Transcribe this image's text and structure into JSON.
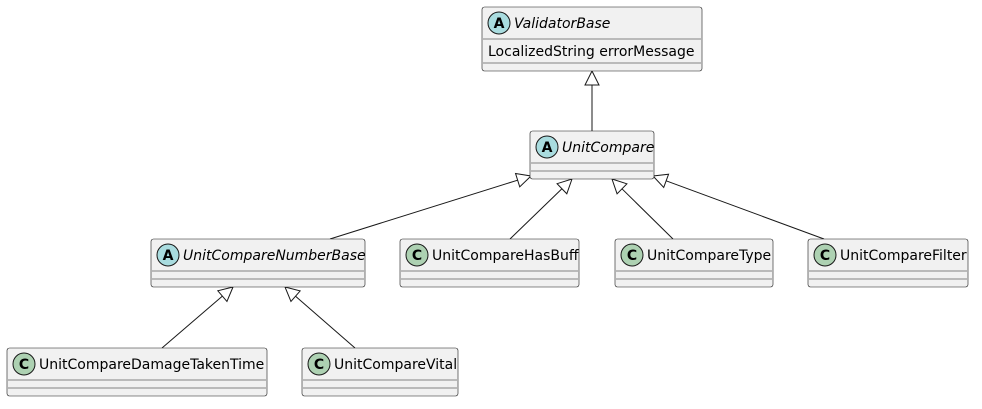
{
  "diagram": {
    "classes": [
      {
        "id": "ValidatorBase",
        "name": "ValidatorBase",
        "kind": "abstract",
        "stereotype_letter": "A",
        "members": [
          "LocalizedString errorMessage"
        ]
      },
      {
        "id": "UnitCompare",
        "name": "UnitCompare",
        "kind": "abstract",
        "stereotype_letter": "A",
        "members": []
      },
      {
        "id": "UnitCompareNumberBase",
        "name": "UnitCompareNumberBase",
        "kind": "abstract",
        "stereotype_letter": "A",
        "members": []
      },
      {
        "id": "UnitCompareHasBuff",
        "name": "UnitCompareHasBuff",
        "kind": "class",
        "stereotype_letter": "C",
        "members": []
      },
      {
        "id": "UnitCompareType",
        "name": "UnitCompareType",
        "kind": "class",
        "stereotype_letter": "C",
        "members": []
      },
      {
        "id": "UnitCompareFilter",
        "name": "UnitCompareFilter",
        "kind": "class",
        "stereotype_letter": "C",
        "members": []
      },
      {
        "id": "UnitCompareDamageTakenTime",
        "name": "UnitCompareDamageTakenTime",
        "kind": "class",
        "stereotype_letter": "C",
        "members": []
      },
      {
        "id": "UnitCompareVital",
        "name": "UnitCompareVital",
        "kind": "class",
        "stereotype_letter": "C",
        "members": []
      }
    ],
    "inheritance": [
      {
        "child": "UnitCompare",
        "parent": "ValidatorBase"
      },
      {
        "child": "UnitCompareNumberBase",
        "parent": "UnitCompare"
      },
      {
        "child": "UnitCompareHasBuff",
        "parent": "UnitCompare"
      },
      {
        "child": "UnitCompareType",
        "parent": "UnitCompare"
      },
      {
        "child": "UnitCompareFilter",
        "parent": "UnitCompare"
      },
      {
        "child": "UnitCompareDamageTakenTime",
        "parent": "UnitCompareNumberBase"
      },
      {
        "child": "UnitCompareVital",
        "parent": "UnitCompareNumberBase"
      }
    ],
    "colors": {
      "abstract_circle": "#A9DCDF",
      "class_circle": "#ADD1B2",
      "box_fill": "#F1F1F1",
      "line": "#181818"
    }
  }
}
